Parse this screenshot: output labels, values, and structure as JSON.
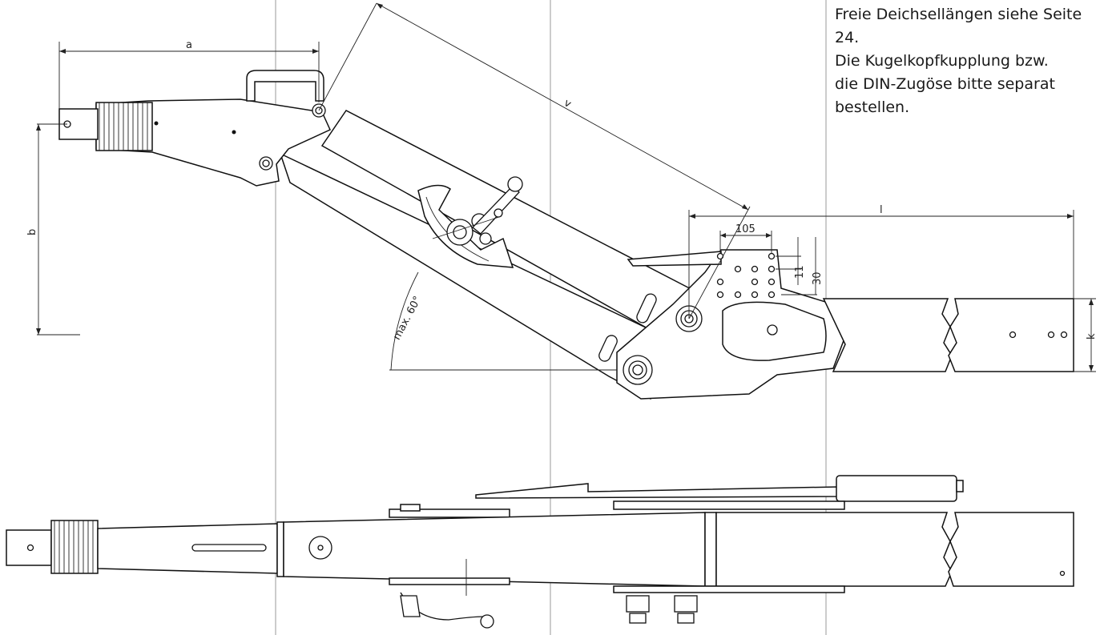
{
  "note": {
    "line1": "Freie Deichsellängen siehe Seite",
    "line2": "24.",
    "line3": "Die Kugelkopfkupplung bzw.",
    "line4": "die DIN-Zugöse bitte separat",
    "line5": "bestellen."
  },
  "dimensions": {
    "a": "a",
    "b": "b",
    "l": "l",
    "k": "k",
    "v": "v",
    "d105": "105",
    "d11": "11",
    "d30": "30",
    "angle": "max. 60°"
  }
}
